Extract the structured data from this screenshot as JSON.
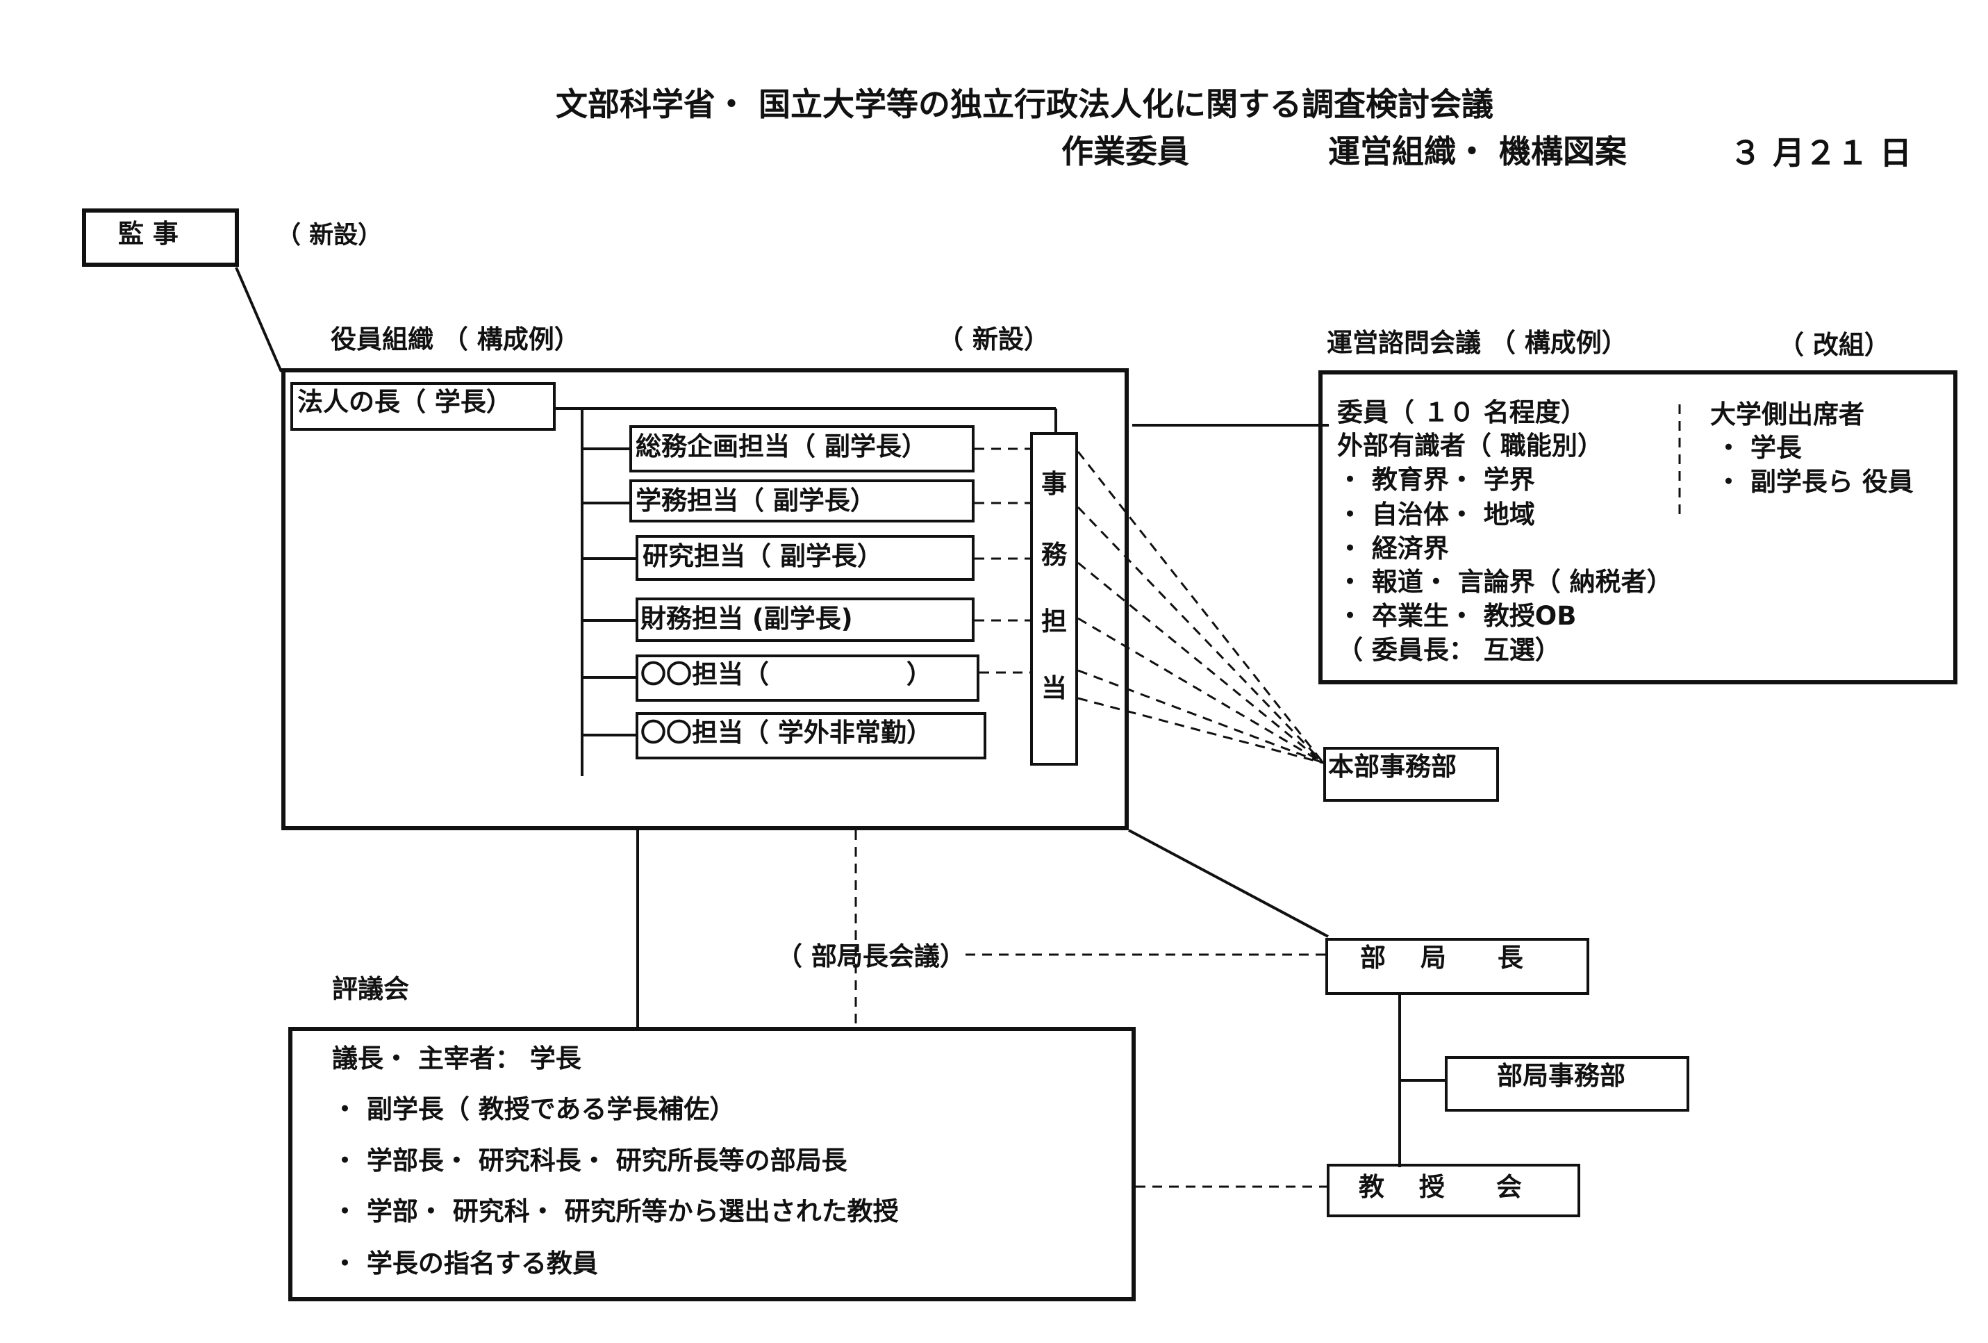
{
  "header": {
    "title": "文部科学省・ 国立大学等の独立行政法人化に関する調査検討会議",
    "subtitle_left": "作業委員",
    "subtitle_mid": "運営組織・ 機構図案",
    "date": "３ 月２１ 日"
  },
  "kanji": {
    "label": "監 事",
    "note": "（ 新設）"
  },
  "yakuin": {
    "title": "役員組織 （ 構成例）",
    "note": "（ 新設）",
    "head": "法人の長（ 学長）",
    "roles": [
      "総務企画担当（ 副学長）",
      "学務担当（ 副学長）",
      "研究担当（ 副学長）",
      "財務担当 (副学長)",
      "〇〇担当（　　　　　 ）",
      "〇〇担当（ 学外非常勤）"
    ],
    "jimu": [
      "事",
      "務",
      "担",
      "当"
    ]
  },
  "unei": {
    "title": "運営諮問会議 （ 構成例）",
    "note": "（ 改組）",
    "left_lines": [
      "委員（ １０ 名程度）",
      "外部有識者（ 職能別）",
      "・ 教育界・ 学界",
      "・ 自治体・ 地域",
      "・ 経済界",
      "・ 報道・ 言論界（ 納税者）",
      "・ 卒業生・ 教授OB",
      "（ 委員長： 互選）"
    ],
    "right_lines": [
      "大学側出席者",
      "・ 学長",
      "・ 副学長ら 役員"
    ]
  },
  "honbu": {
    "label": "本部事務部"
  },
  "bukyokucho_kaigi": {
    "label": "（ 部局長会議）"
  },
  "bukyokucho": {
    "label": "部　 局　　長"
  },
  "bukyoku_jimubu": {
    "label": "部局事務部"
  },
  "kyojukai": {
    "label": "教　 授　　会"
  },
  "hyogikai": {
    "title": "評議会",
    "lines": [
      "議長・ 主宰者： 学長",
      "・ 副学長（ 教授である学長補佐）",
      "・ 学部長・ 研究科長・ 研究所長等の部局長",
      "・ 学部・ 研究科・ 研究所等から選出された教授",
      "・ 学長の指名する教員"
    ]
  }
}
